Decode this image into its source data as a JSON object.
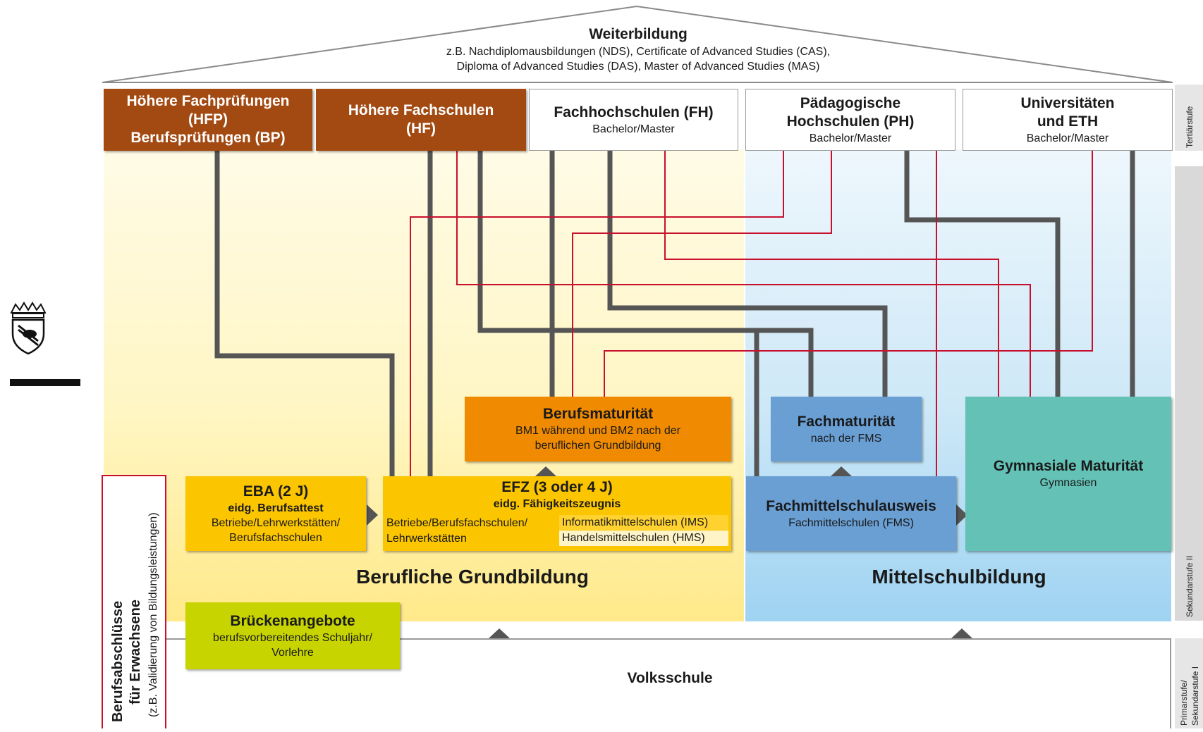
{
  "roof": {
    "title": "Weiterbildung",
    "line1": "z.B. Nachdiplomausbildungen (NDS), Certificate of Advanced Studies (CAS),",
    "line2": "Diploma of Advanced Studies (DAS), Master of Advanced Studies (MAS)"
  },
  "tertiary": {
    "hfp": {
      "l1": "Höhere Fachprüfungen",
      "l2": "(HFP)",
      "l3": "Berufsprüfungen (BP)"
    },
    "hf": {
      "l1": "Höhere Fachschulen",
      "l2": "(HF)"
    },
    "fh": {
      "title": "Fachhochschulen (FH)",
      "sub": "Bachelor/Master"
    },
    "ph": {
      "l1": "Pädagogische",
      "l2": "Hochschulen (PH)",
      "sub": "Bachelor/Master"
    },
    "uni": {
      "l1": "Universitäten",
      "l2": "und ETH",
      "sub": "Bachelor/Master"
    }
  },
  "secondary": {
    "bm": {
      "title": "Berufsmaturität",
      "l1": "BM1 während und BM2 nach der",
      "l2": "beruflichen Grundbildung"
    },
    "fm": {
      "title": "Fachmaturität",
      "sub": "nach der FMS"
    },
    "gm": {
      "title": "Gymnasiale Maturität",
      "sub": "Gymnasien"
    },
    "eba": {
      "title": "EBA (2 J)",
      "sub": "eidg. Berufsattest",
      "l1": "Betriebe/Lehrwerkstätten/",
      "l2": "Berufsfachschulen"
    },
    "efz": {
      "title": "EFZ (3 oder 4 J)",
      "sub": "eidg. Fähigkeitszeugnis",
      "left1": "Betriebe/Berufsfachschulen/",
      "left2": "Lehrwerkstätten",
      "ims": "Informatikmittelschulen (IMS)",
      "hms": "Handelsmittelschulen (HMS)"
    },
    "fms": {
      "title": "Fachmittelschulausweis",
      "sub": "Fachmittelschulen (FMS)"
    },
    "vocational_label": "Berufliche Grundbildung",
    "general_label": "Mittelschulbildung"
  },
  "bridge": {
    "title": "Brückenangebote",
    "l1": "berufsvorbereitendes Schuljahr/",
    "l2": "Vorlehre"
  },
  "volksschule": "Volksschule",
  "adults": {
    "l1": "Berufsabschlüsse",
    "l2": "für Erwachsene",
    "l3": "(z.B. Validierung von Bildungsleistungen)"
  },
  "levels": {
    "tertiary": "Tertiärstufe",
    "sek2": "Sekundarstufe II",
    "prim": "Primarstufe/",
    "sek1": "Sekundarstufe I"
  },
  "colors": {
    "brown": "#a34a12",
    "orange": "#f08a00",
    "yellow": "#fbc500",
    "lime": "#c8d400",
    "blue": "#6a9fd4",
    "teal": "#63c1b5",
    "red_link": "#c8102e",
    "grey_link": "#555555"
  }
}
